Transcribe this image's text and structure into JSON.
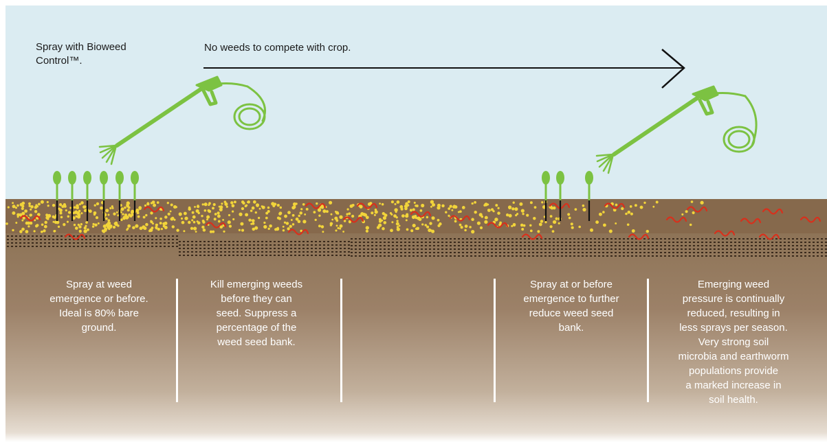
{
  "header": {
    "spray_label_line1": "Spray with Bioweed",
    "spray_label_line2": "Control™.",
    "arrow_caption": "No weeds to compete with crop."
  },
  "columns": [
    {
      "lines": [
        "Spray at weed",
        "emergence or before.",
        "Ideal is 80% bare",
        "ground."
      ]
    },
    {
      "lines": [
        "Kill emerging weeds",
        "before they can",
        "seed. Suppress a",
        "percentage of the",
        "weed seed bank."
      ]
    },
    {
      "lines": []
    },
    {
      "lines": [
        "Spray at or before",
        "emergence to further",
        "reduce weed seed",
        "bank."
      ]
    },
    {
      "lines": [
        "Emerging weed",
        "pressure is continually",
        "reduced, resulting in",
        "less sprays per season.",
        "Very strong soil",
        "microbia and earthworm",
        "populations provide",
        "a marked increase in",
        "soil health."
      ]
    }
  ],
  "colors": {
    "sky": "#dbecf2",
    "soil": "#8a6f52",
    "seed": "#f2d43a",
    "worm": "#d8301c",
    "sprayer": "#7cc242",
    "text_dark": "#1a1a1a",
    "text_light": "#ffffff"
  },
  "icons": [
    "spray-gun-icon",
    "hose-coil-icon",
    "weed-seedling-icon",
    "earthworm-icon",
    "seed-dot-icon",
    "right-arrow-icon"
  ]
}
